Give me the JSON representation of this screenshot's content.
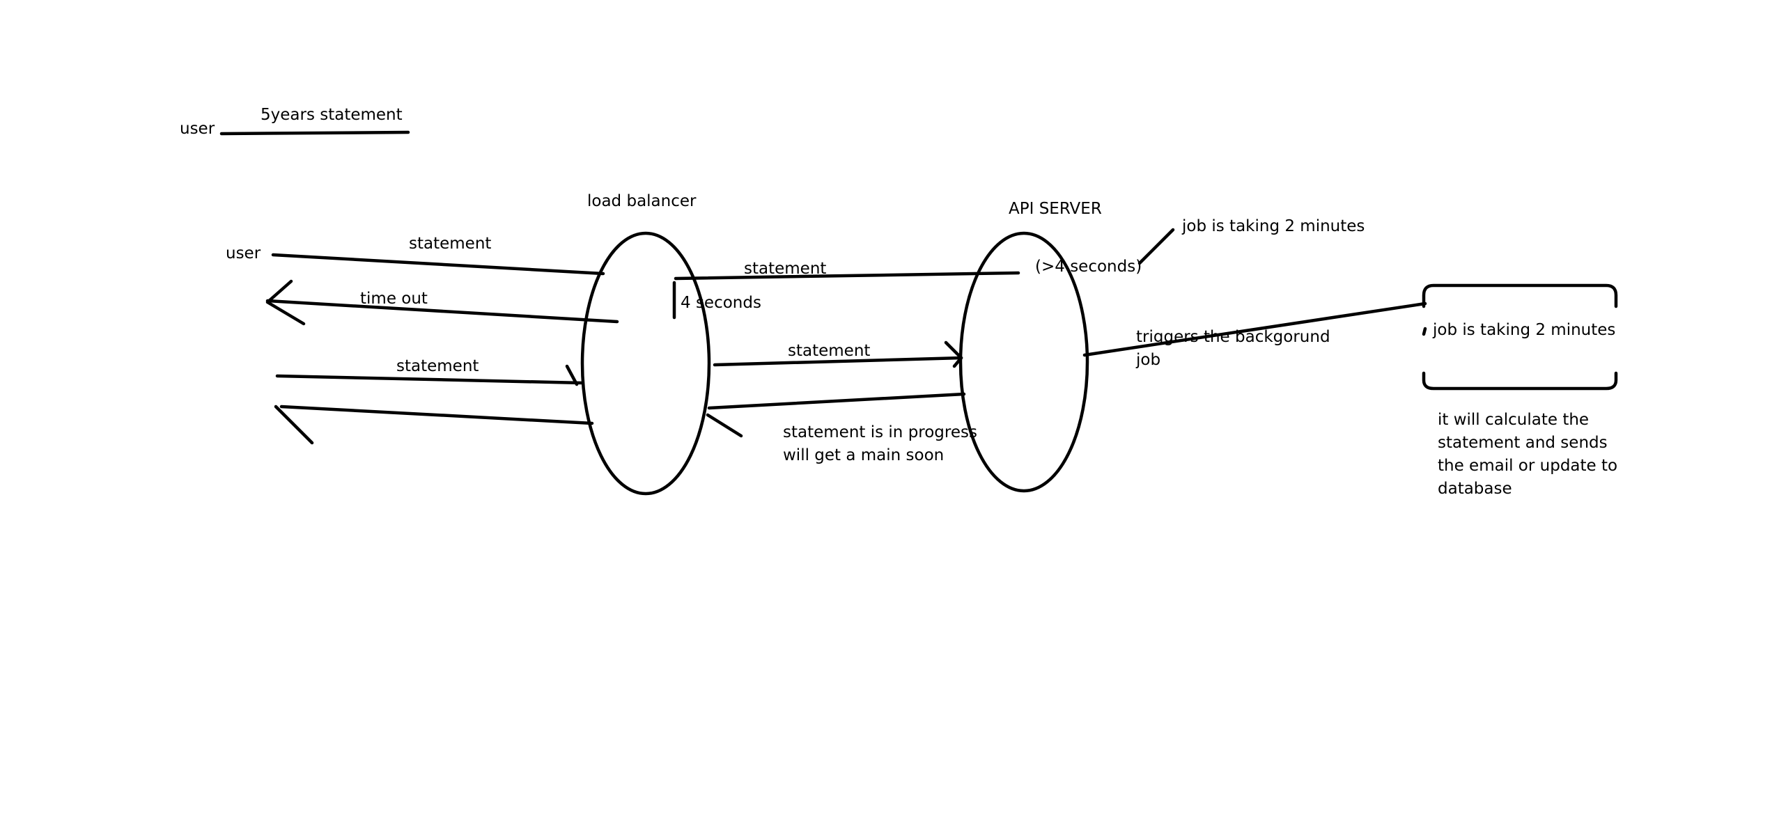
{
  "top_note": {
    "user_label": "user",
    "title": "5years statement"
  },
  "actors": {
    "user": "user",
    "load_balancer": "load balancer",
    "api_server": "API SERVER"
  },
  "messages": {
    "user_to_lb_statement": "statement",
    "lb_to_user_timeout": "time out",
    "user_to_lb_statement_2": "statement",
    "lb_to_api_statement": "statement",
    "lb_timeout_seconds": "4 seconds",
    "api_duration": "(>4 seconds)",
    "lb_to_api_statement_2": "statement",
    "api_to_lb_response_line1": "statement is in progress",
    "api_to_lb_response_line2": "will get a main soon",
    "api_triggers_line1": "triggers the backgorund",
    "api_triggers_line2": "job",
    "job_note": "job is taking 2 minutes"
  },
  "background_job": {
    "label": "job is taking 2 minutes",
    "desc_line1": "it will calculate the",
    "desc_line2": "statement and sends",
    "desc_line3": "the email or update to",
    "desc_line4": "database"
  }
}
